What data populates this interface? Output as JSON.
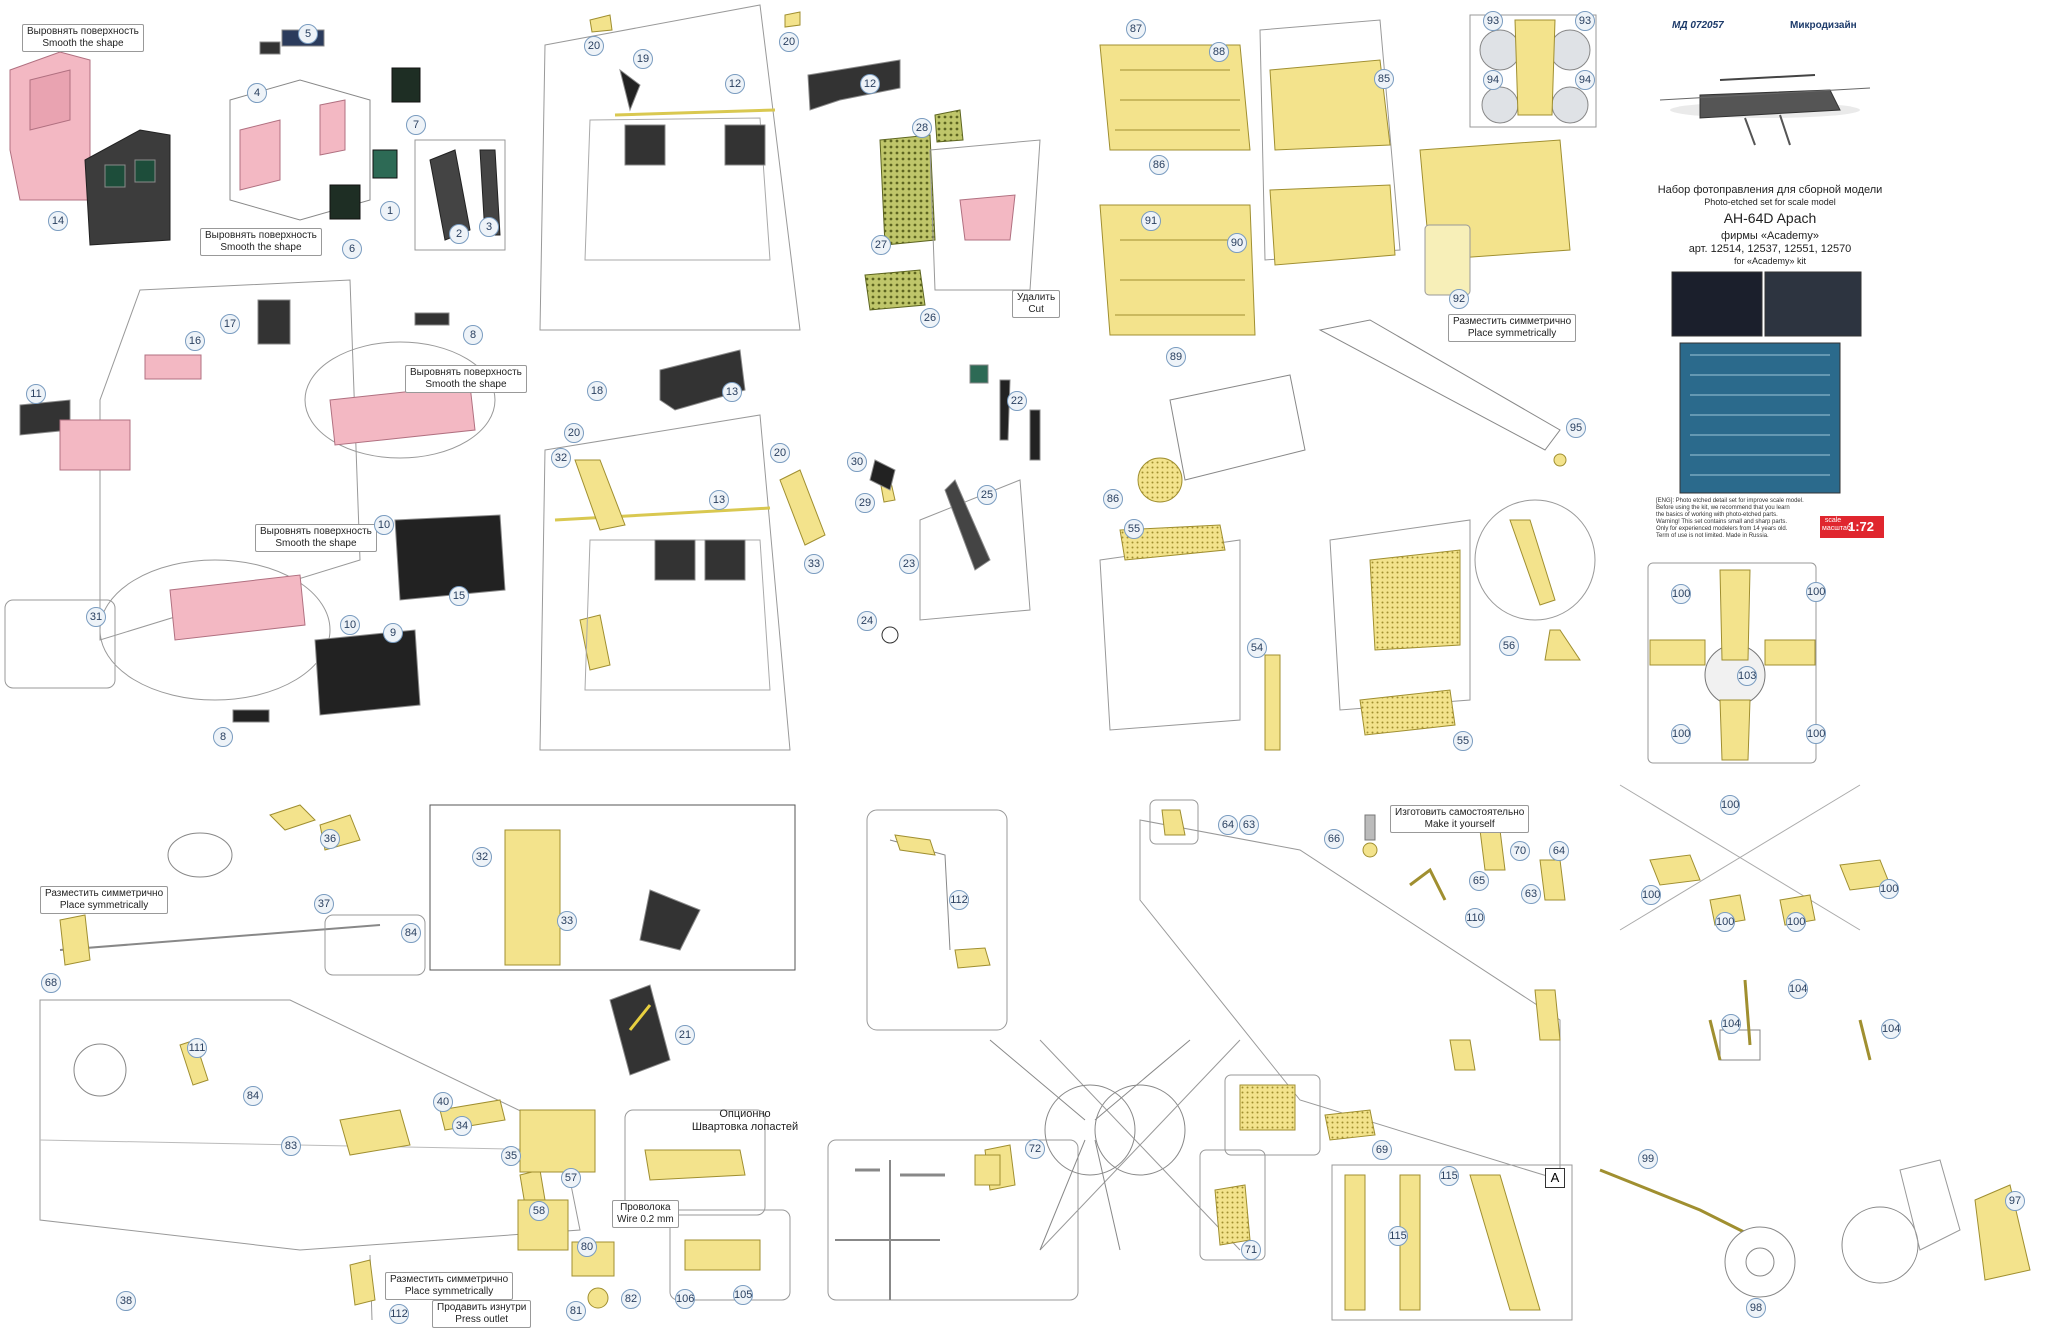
{
  "header": {
    "code": "МД 072057",
    "brand": "Микродизайн",
    "title_ru": "Набор фотоправления для сборной модели",
    "title_en": "Photo-etched set for scale model",
    "model": "AH-64D Apach",
    "firm_ru": "фирмы «Academy»",
    "art": "арт. 12514, 12537, 12551, 12570",
    "for_kit": "for «Academy» kit"
  },
  "warning_lines": [
    "[ENG]: Photo etched detail set for improve scale model.",
    "Before using the kit, we recommend that you learn",
    "the basics of working with photo-etched parts.",
    "Warning! This set contains small and sharp parts.",
    "Only for experienced modelers from 14 years old.",
    "Term of use is not limited. Made in Russia."
  ],
  "scale": {
    "label_ru": "scale",
    "label_en": "масштаб",
    "value": "1:72"
  },
  "notes": {
    "smooth1_ru": "Выровнять поверхность",
    "smooth1_en": "Smooth the shape",
    "smooth2_ru": "Выровнять поверхность",
    "smooth2_en": "Smooth the shape",
    "smooth3_ru": "Выровнять поверхность",
    "smooth3_en": "Smooth the shape",
    "smooth4_ru": "Выровнять поверхность",
    "smooth4_en": "Smooth the shape",
    "cut_ru": "Удалить",
    "cut_en": "Cut",
    "sym1_ru": "Разместить симметрично",
    "sym1_en": "Place symmetrically",
    "sym2_ru": "Разместить симметрично",
    "sym2_en": "Place symmetrically",
    "sym3_ru": "Разместить симметрично",
    "sym3_en": "Place symmetrically",
    "make_ru": "Изготовить самостоятельно",
    "make_en": "Make it yourself",
    "opt_ru": "Опционно",
    "opt2_ru": "Швартовка лопастей",
    "wire_ru": "Проволока",
    "wire_en": "Wire 0.2 mm",
    "press_ru": "Продавить изнутри",
    "press_en": "Press outlet",
    "corner_a": "A"
  },
  "part_numbers": [
    "1",
    "2",
    "3",
    "4",
    "5",
    "6",
    "7",
    "14",
    "8",
    "8",
    "9",
    "10",
    "10",
    "11",
    "15",
    "16",
    "17",
    "31",
    "12",
    "12",
    "13",
    "13",
    "18",
    "19",
    "20",
    "20",
    "20",
    "20",
    "21",
    "22",
    "23",
    "24",
    "25",
    "26",
    "27",
    "28",
    "29",
    "30",
    "32",
    "33",
    "32",
    "33",
    "34",
    "35",
    "36",
    "37",
    "38",
    "40",
    "57",
    "58",
    "68",
    "80",
    "81",
    "82",
    "83",
    "84",
    "84",
    "105",
    "106",
    "111",
    "112",
    "54",
    "55",
    "55",
    "56",
    "85",
    "86",
    "86",
    "87",
    "88",
    "89",
    "90",
    "91",
    "92",
    "93",
    "93",
    "94",
    "94",
    "95",
    "100",
    "100",
    "100",
    "100",
    "103",
    "100",
    "100",
    "100",
    "100",
    "100",
    "104",
    "104",
    "104",
    "63",
    "63",
    "64",
    "64",
    "65",
    "66",
    "69",
    "70",
    "71",
    "72",
    "110",
    "112",
    "115",
    "115",
    "97",
    "98",
    "99"
  ]
}
